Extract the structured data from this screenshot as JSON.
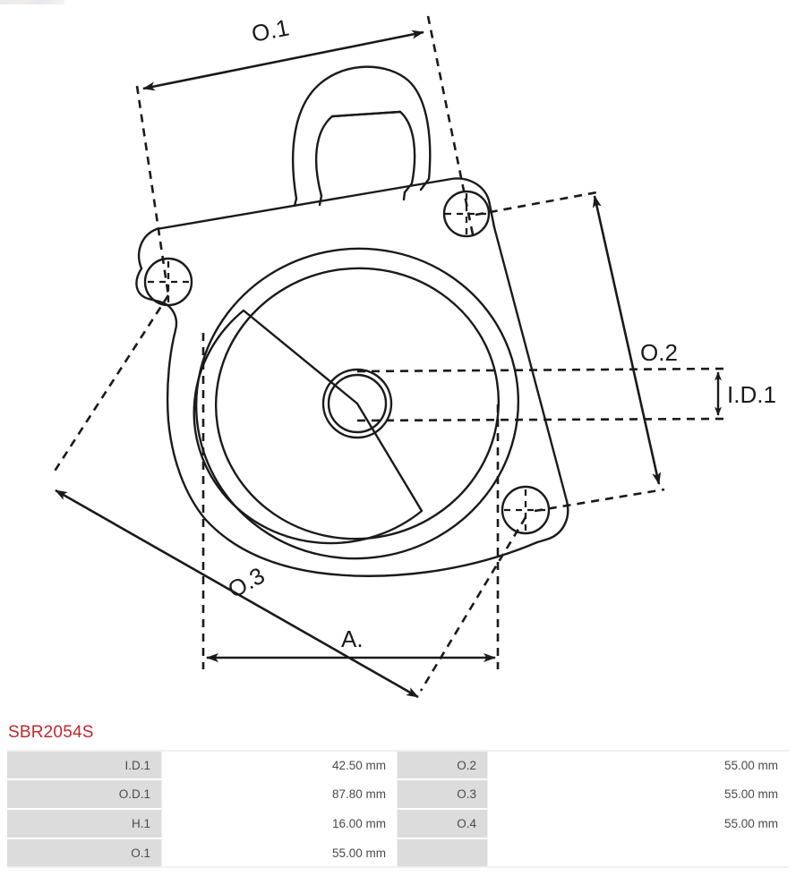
{
  "part": {
    "number": "SBR2054S"
  },
  "drawing": {
    "labels": {
      "o1": "O.1",
      "o2": "O.2",
      "o3": "O.3",
      "a": "A.",
      "id1": "I.D.1"
    }
  },
  "spec_table": {
    "rows": [
      {
        "label_left": "I.D.1",
        "value_left": "42.50 mm",
        "label_right": "O.2",
        "value_right": "55.00 mm"
      },
      {
        "label_left": "O.D.1",
        "value_left": "87.80 mm",
        "label_right": "O.3",
        "value_right": "55.00 mm"
      },
      {
        "label_left": "H.1",
        "value_left": "16.00 mm",
        "label_right": "O.4",
        "value_right": "55.00 mm"
      },
      {
        "label_left": "O.1",
        "value_left": "55.00 mm",
        "label_right": "",
        "value_right": ""
      }
    ]
  },
  "colors": {
    "title": "#c1272d",
    "label_cell": "#dcdcdc",
    "value_cell": "#ffffff",
    "grid": "#f0f0f0",
    "ink": "#1a1a1a",
    "text": "#4a4a4a"
  }
}
